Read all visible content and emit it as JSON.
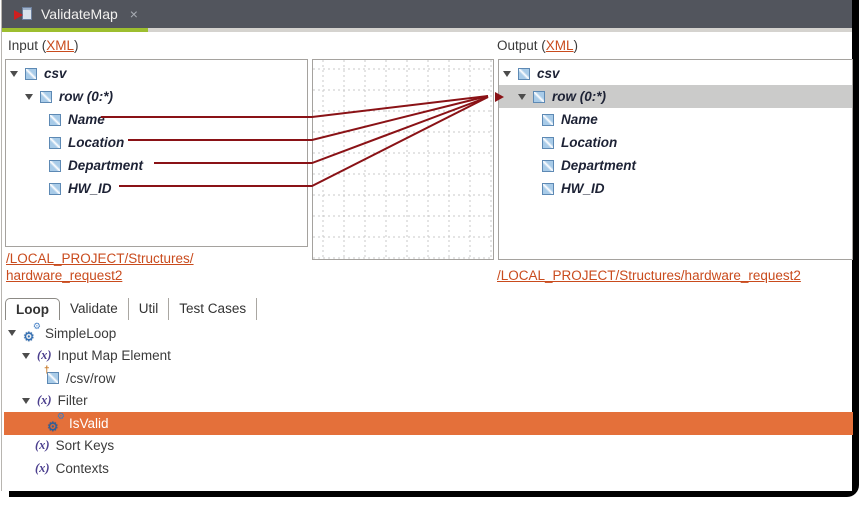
{
  "colors": {
    "accent_green": "#9dbe2f",
    "selection_orange": "#e4703a",
    "link_orange": "#c94b1d",
    "map_line_maroon": "#8a1216",
    "tabbar_dark": "#52555d"
  },
  "window_tab": {
    "title": "ValidateMap",
    "close_label": "×"
  },
  "input_panel": {
    "label_prefix": "Input (",
    "label_link": "XML",
    "label_suffix": ")",
    "items": [
      {
        "label": "csv"
      },
      {
        "label": "row (0:*)"
      },
      {
        "label": "Name"
      },
      {
        "label": "Location"
      },
      {
        "label": "Department"
      },
      {
        "label": "HW_ID"
      }
    ],
    "path_line1": "/LOCAL_PROJECT/Structures/",
    "path_line2": "hardware_request2"
  },
  "output_panel": {
    "label_prefix": "Output (",
    "label_link": "XML",
    "label_suffix": ")",
    "items": [
      {
        "label": "csv"
      },
      {
        "label": "row (0:*)",
        "selected": true
      },
      {
        "label": "Name"
      },
      {
        "label": "Location"
      },
      {
        "label": "Department"
      },
      {
        "label": "HW_ID"
      }
    ],
    "path": "/LOCAL_PROJECT/Structures/hardware_request2"
  },
  "mappings": {
    "sources": [
      "Name",
      "Location",
      "Department",
      "HW_ID"
    ],
    "target": "row (0:*)"
  },
  "bottom": {
    "tabs": [
      "Loop",
      "Validate",
      "Util",
      "Test Cases"
    ],
    "active_tab": "Loop",
    "tree": [
      {
        "label": "SimpleLoop"
      },
      {
        "label": "Input Map Element"
      },
      {
        "label": "/csv/row"
      },
      {
        "label": "Filter"
      },
      {
        "label": "IsValid",
        "selected": true
      },
      {
        "label": "Sort Keys"
      },
      {
        "label": "Contexts"
      }
    ],
    "fx_glyph": "(x)"
  }
}
